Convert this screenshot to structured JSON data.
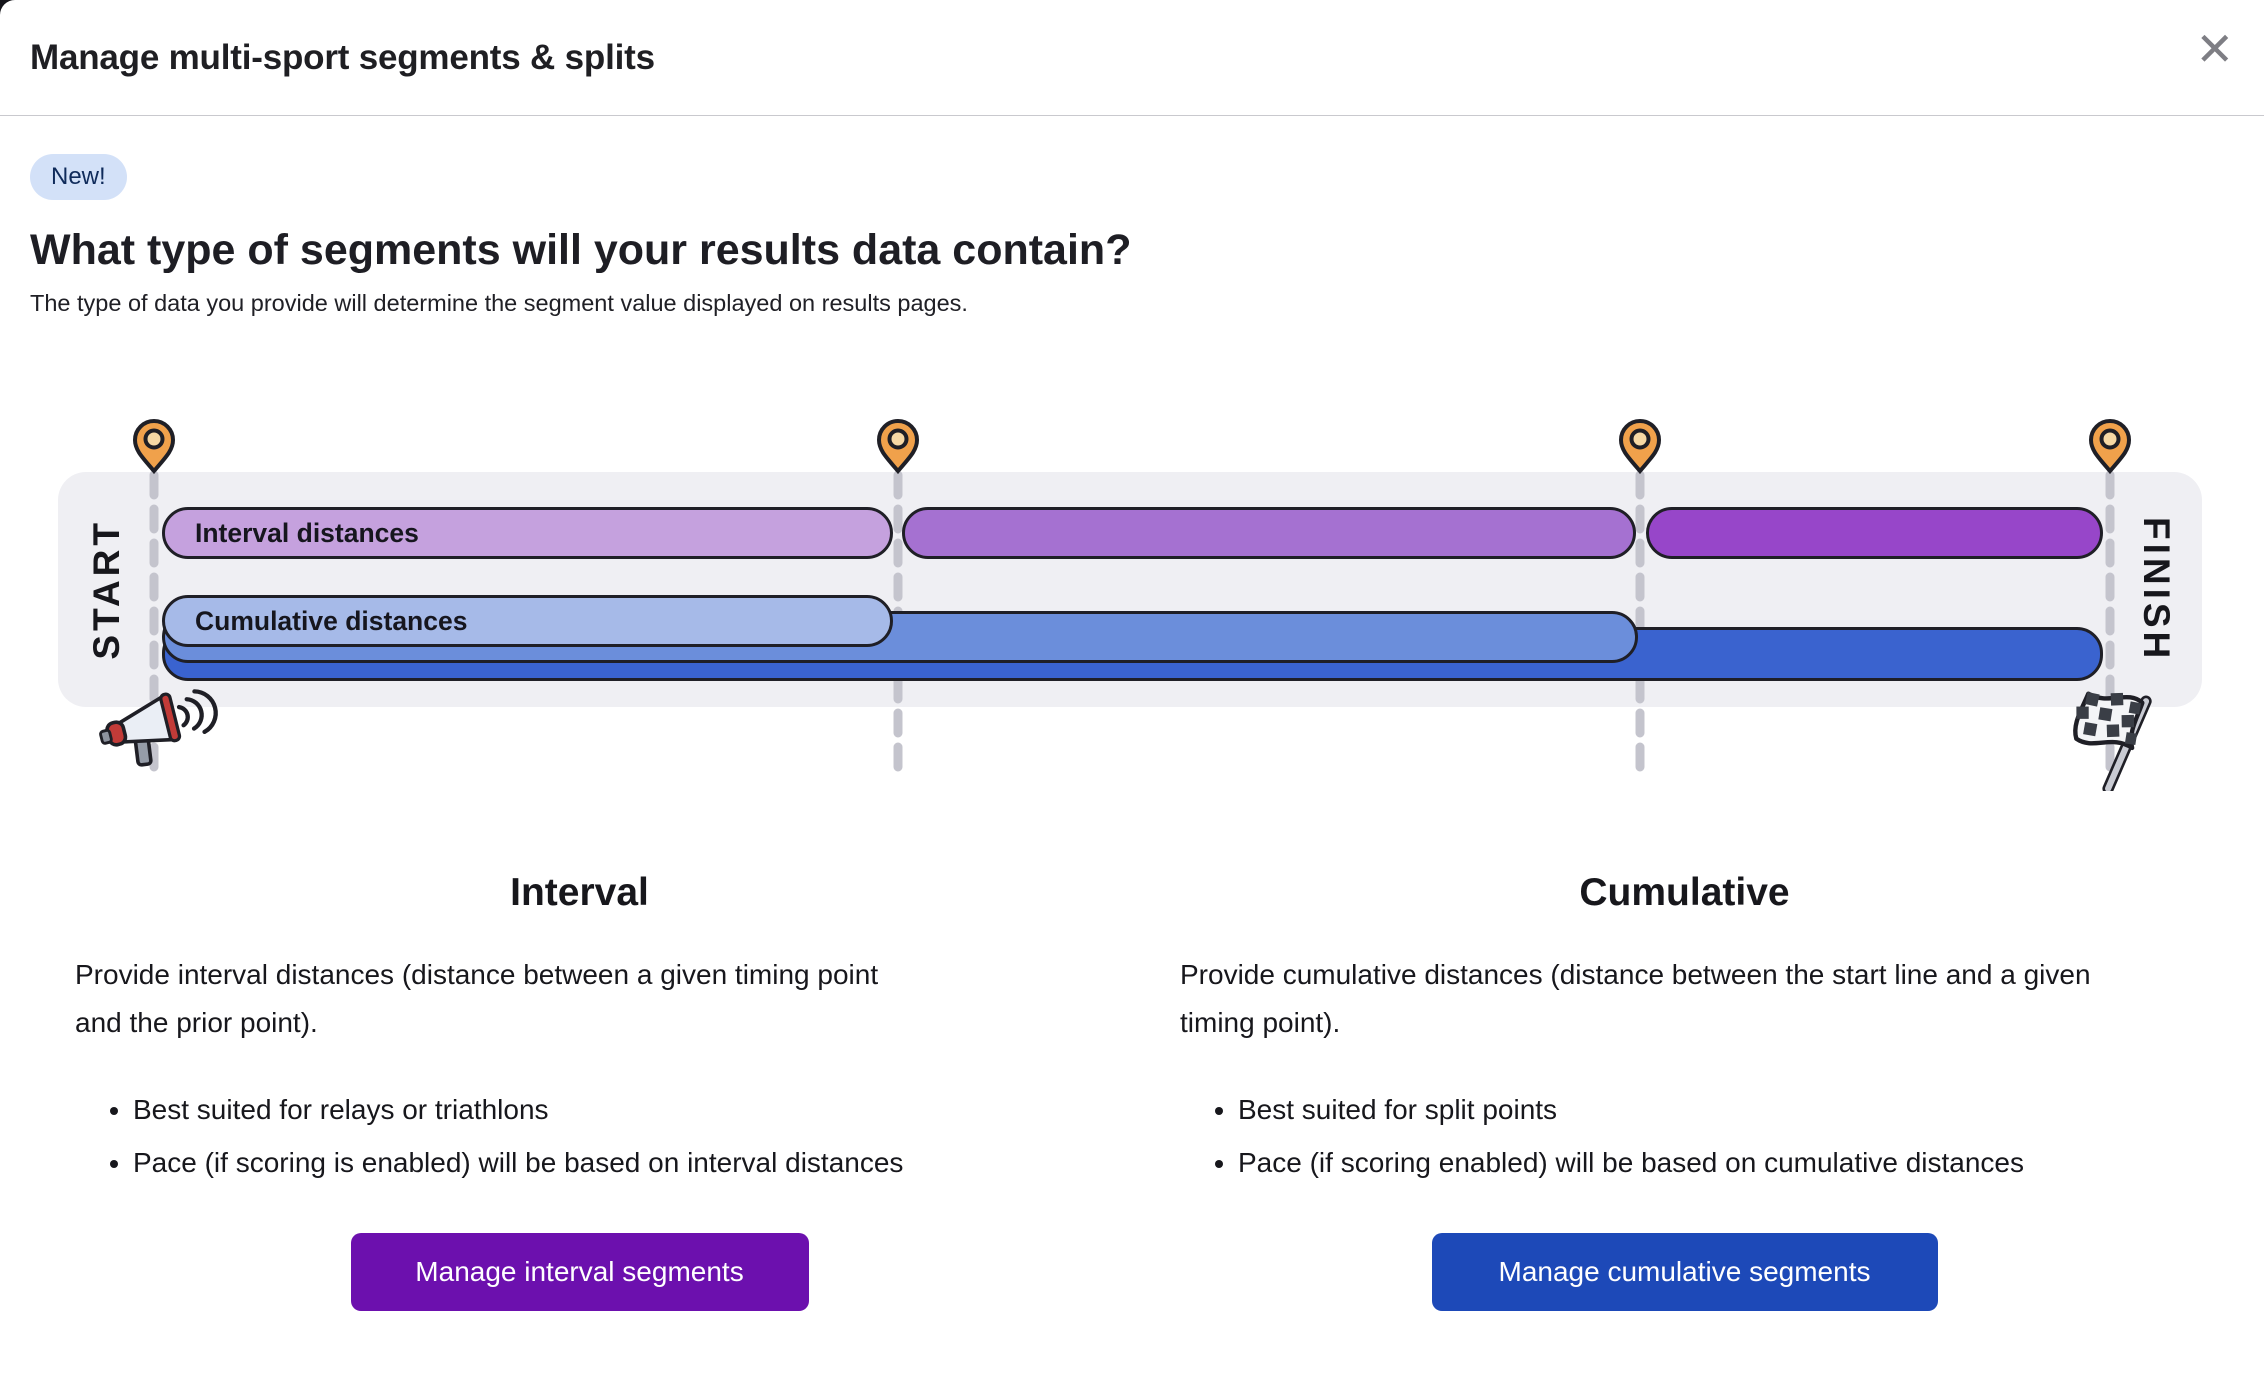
{
  "modal": {
    "title": "Manage multi-sport segments & splits",
    "close_glyph": "✕"
  },
  "badge": {
    "label": "New!",
    "bg_color": "#D3E1F8",
    "text_color": "#0F2B5B"
  },
  "heading": "What type of segments will your results data contain?",
  "subheading": "The type of data you provide will determine the segment value displayed on results pages.",
  "diagram": {
    "start_label": "START",
    "finish_label": "FINISH",
    "interval_bar_label": "Interval distances",
    "cumulative_bar_label": "Cumulative distances",
    "timing_points": 4,
    "colors": {
      "interval_light": "#C5A1DE",
      "interval_medium": "#A571D1",
      "interval_dark": "#9746C9",
      "cumulative_light": "#A6BAE8",
      "cumulative_medium": "#6B8EDB",
      "cumulative_dark": "#3A63CF",
      "pin_body": "#F0A14B",
      "pin_inner": "#F6D8A4",
      "track_bg": "#EFEFF3",
      "dashed_line": "#C4C4CD",
      "outline": "#1F1F26"
    }
  },
  "columns": {
    "interval": {
      "heading": "Interval",
      "description": "Provide interval distances (distance between a given timing point and the prior point).",
      "bullets": [
        "Best suited for relays or triathlons",
        "Pace (if scoring is enabled) will be based on interval distances"
      ],
      "button_label": "Manage interval segments",
      "button_color": "#6C10AE"
    },
    "cumulative": {
      "heading": "Cumulative",
      "description": "Provide cumulative distances (distance between the start line and a given timing point).",
      "bullets": [
        "Best suited for split points",
        "Pace (if scoring enabled) will be based on cumulative distances"
      ],
      "button_label": "Manage cumulative segments",
      "button_color": "#1D49B8"
    }
  }
}
